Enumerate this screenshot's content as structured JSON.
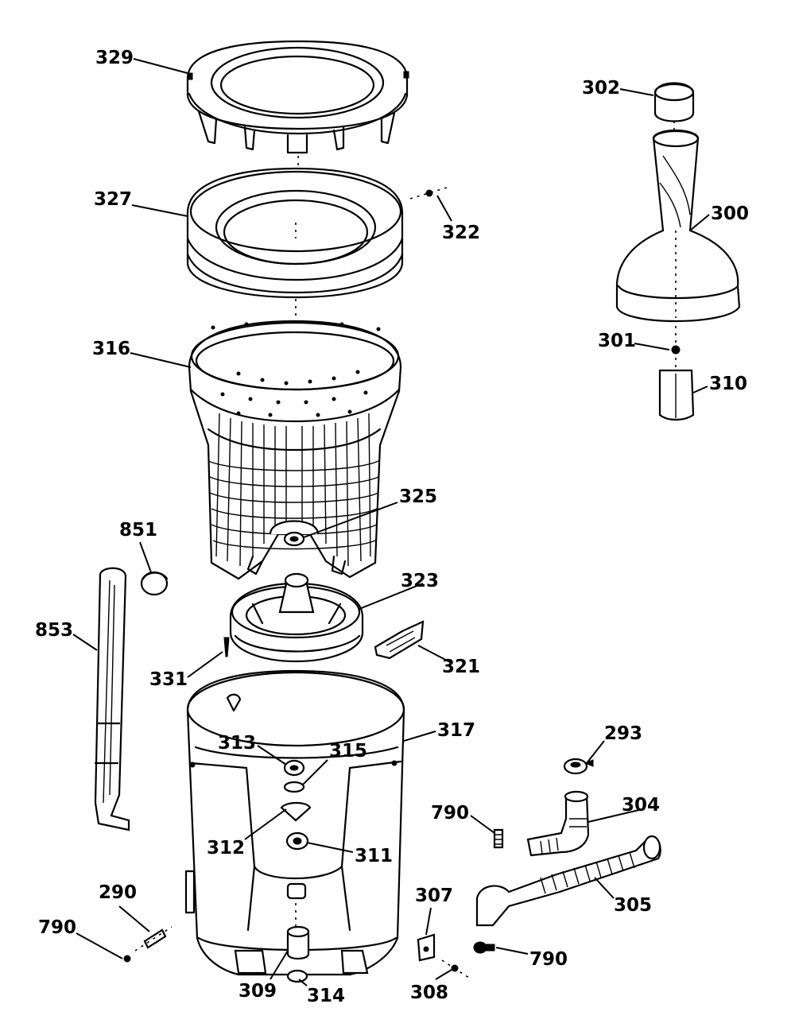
{
  "header_text": "",
  "callouts": [
    {
      "id": "329",
      "text": "329"
    },
    {
      "id": "302",
      "text": "302"
    },
    {
      "id": "327",
      "text": "327"
    },
    {
      "id": "322",
      "text": "322"
    },
    {
      "id": "300",
      "text": "300"
    },
    {
      "id": "316",
      "text": "316"
    },
    {
      "id": "301",
      "text": "301"
    },
    {
      "id": "310",
      "text": "310"
    },
    {
      "id": "325",
      "text": "325"
    },
    {
      "id": "851",
      "text": "851"
    },
    {
      "id": "323",
      "text": "323"
    },
    {
      "id": "853",
      "text": "853"
    },
    {
      "id": "321",
      "text": "321"
    },
    {
      "id": "331",
      "text": "331"
    },
    {
      "id": "317",
      "text": "317"
    },
    {
      "id": "293",
      "text": "293"
    },
    {
      "id": "313",
      "text": "313"
    },
    {
      "id": "315",
      "text": "315"
    },
    {
      "id": "304",
      "text": "304"
    },
    {
      "id": "790a",
      "text": "790"
    },
    {
      "id": "312",
      "text": "312"
    },
    {
      "id": "311",
      "text": "311"
    },
    {
      "id": "305",
      "text": "305"
    },
    {
      "id": "290",
      "text": "290"
    },
    {
      "id": "307",
      "text": "307"
    },
    {
      "id": "790b",
      "text": "790"
    },
    {
      "id": "790c",
      "text": "790"
    },
    {
      "id": "309",
      "text": "309"
    },
    {
      "id": "314",
      "text": "314"
    },
    {
      "id": "308",
      "text": "308"
    }
  ]
}
